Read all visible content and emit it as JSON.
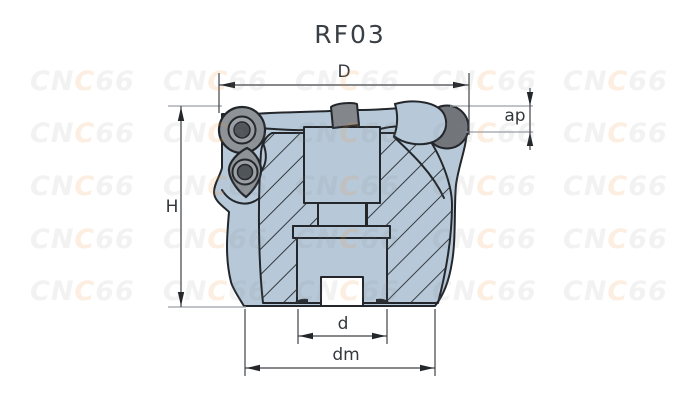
{
  "title": "RF03",
  "dimensions": {
    "D": {
      "label": "D"
    },
    "ap": {
      "label": "ap"
    },
    "H": {
      "label": "H"
    },
    "d": {
      "label": "d"
    },
    "dm": {
      "label": "dm"
    }
  },
  "watermark": {
    "text": "CNC66",
    "segments": [
      {
        "text": "CN",
        "color": "rgba(125,130,135,0.10)"
      },
      {
        "text": "C",
        "color": "rgba(235,150,60,0.16)"
      },
      {
        "text": "66",
        "color": "rgba(125,130,135,0.10)"
      }
    ],
    "cols": [
      30,
      163,
      295,
      432,
      563
    ],
    "rows": [
      68,
      120,
      173,
      226,
      278
    ]
  },
  "colors": {
    "body_blue": "#b7c9d8",
    "outline": "#23272b",
    "insert_gray": "#8e9397",
    "insert_ring": "#9aa0a5",
    "insert_screw": "#50555a",
    "right_insert": "#72767a",
    "key_gray": "#83878c",
    "dim_line": "#3e4246",
    "ref_line_gray": "#9ba1a6",
    "label_text": "#34383d"
  }
}
